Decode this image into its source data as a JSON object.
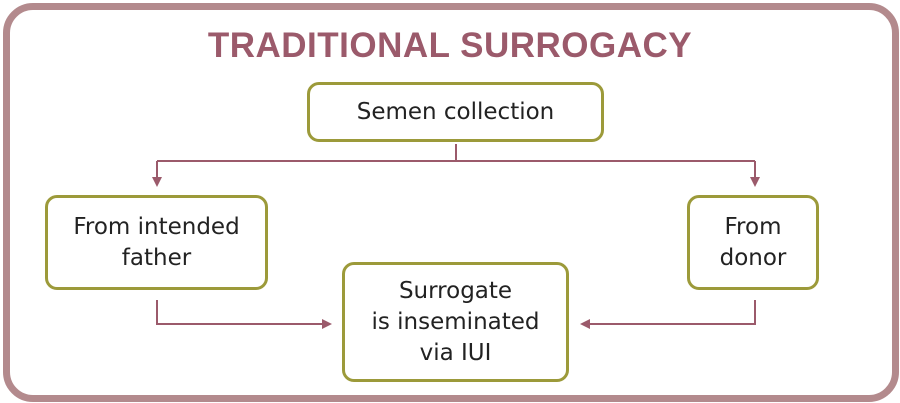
{
  "title": "TRADITIONAL SURROGACY",
  "nodes": {
    "semen_collection": "Semen collection",
    "from_intended_father": [
      "From intended",
      "father"
    ],
    "from_donor": [
      "From",
      "donor"
    ],
    "surrogate": [
      "Surrogate",
      "is inseminated",
      "via IUI"
    ]
  },
  "colors": {
    "frame": "#b38a8d",
    "title": "#9b5a6b",
    "node_border": "#9c9a3a",
    "connector": "#9b5a6b",
    "text": "#222222"
  }
}
